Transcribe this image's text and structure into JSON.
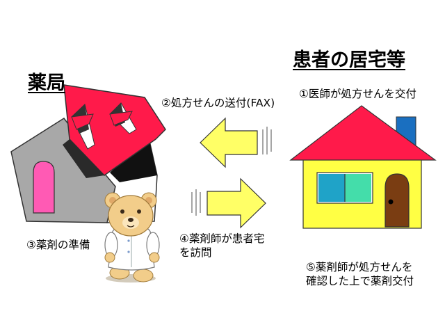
{
  "titles": {
    "pharmacy": "薬局",
    "home": "患者の居宅等"
  },
  "steps": {
    "step1": "①医師が処方せんを交付",
    "step2": "②処方せんの送付(FAX)",
    "step3": "③薬剤の準備",
    "step4_line1": "④薬剤師が患者宅",
    "step4_line2": "を訪問",
    "step5_line1": "⑤薬剤師が処方せんを",
    "step5_line2": "確認した上で薬剤交付"
  },
  "icons": {
    "pharmacy_building": "pharmacy-house-icon",
    "patient_home": "patient-home-icon",
    "bear_pharmacist": "bear-pharmacist-icon",
    "arrow_left": "arrow-left-icon",
    "arrow_right": "arrow-right-icon"
  },
  "colors": {
    "roof_red": "#ff1a4a",
    "wall_yellow": "#ffff44",
    "arrow_yellow": "#ffff66",
    "door_brown": "#7a3d12",
    "chimney_blue": "#1a6fc0",
    "window_blue": "#1fa3c8",
    "window_green": "#44ddaa",
    "pharmacy_wall_gray": "#a8a8a8",
    "pharmacy_door_pink": "#ff5ab4",
    "bear_tan": "#f2cd8a"
  }
}
